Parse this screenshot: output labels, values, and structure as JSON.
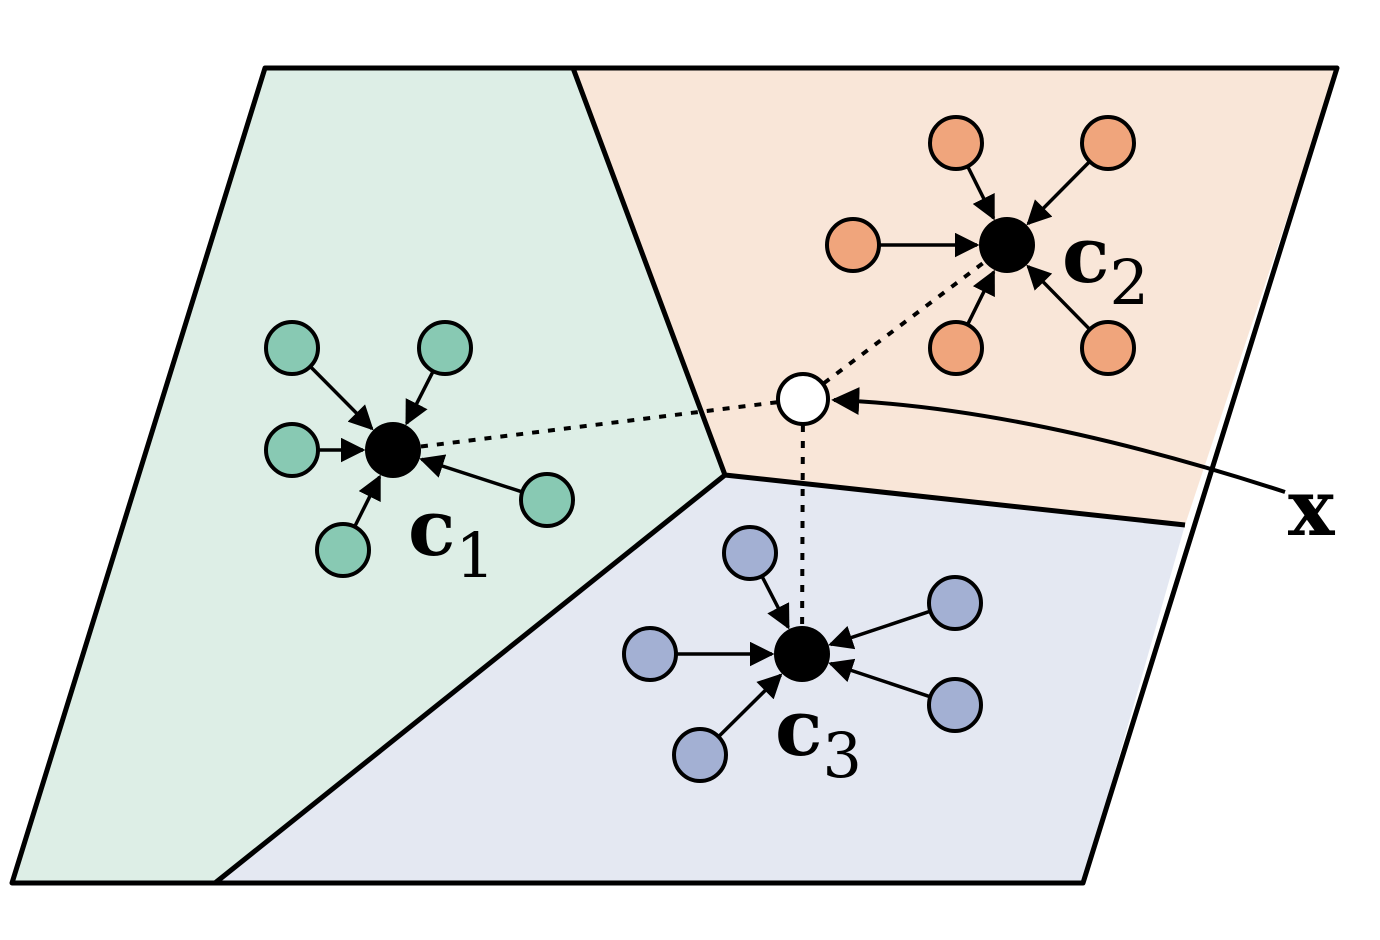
{
  "diagram": {
    "regions": [
      {
        "name": "cluster-1",
        "fill": "#ddeee6",
        "point_color": "#88c9b3"
      },
      {
        "name": "cluster-2",
        "fill": "#f9e6d8",
        "point_color": "#f0a57c"
      },
      {
        "name": "cluster-3",
        "fill": "#e4e8f2",
        "point_color": "#a3b0d3"
      }
    ],
    "centroid_labels": [
      {
        "base": "c",
        "subscript": "1"
      },
      {
        "base": "c",
        "subscript": "2"
      },
      {
        "base": "c",
        "subscript": "3"
      }
    ],
    "query_label": "x"
  }
}
